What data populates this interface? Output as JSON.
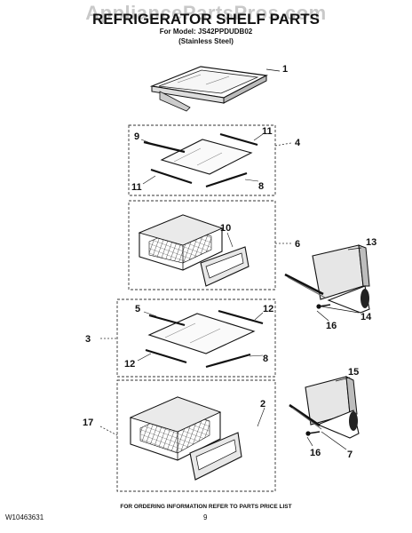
{
  "header": {
    "watermark": "AppliancePartsPros.com",
    "title": "REFRIGERATOR SHELF PARTS",
    "model_line": "For Model: JS42PPDUDB02",
    "finish_line": "(Stainless Steel)"
  },
  "callouts": {
    "c1": "1",
    "c9": "9",
    "c11a": "11",
    "c4": "4",
    "c11b": "11",
    "c8a": "8",
    "c10": "10",
    "c13": "13",
    "c6": "6",
    "c14": "14",
    "c16a": "16",
    "c5": "5",
    "c12a": "12",
    "c3": "3",
    "c12b": "12",
    "c8b": "8",
    "c15": "15",
    "c17": "17",
    "c2": "2",
    "c16b": "16",
    "c7": "7"
  },
  "footer": {
    "ordering_info": "FOR ORDERING INFORMATION REFER TO PARTS PRICE LIST",
    "doc_number": "W10463631",
    "page_number": "9"
  }
}
